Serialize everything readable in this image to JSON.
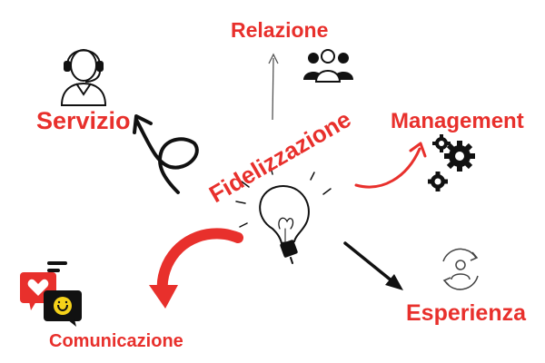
{
  "center": {
    "label": "Fidelizzazione"
  },
  "nodes": {
    "relazione": "Relazione",
    "servizio": "Servizio",
    "management": "Management",
    "esperienza": "Esperienza",
    "comunicazione": "Comunicazione"
  },
  "colors": {
    "accent": "#e8302c",
    "ink": "#111111",
    "thin_line": "#555555"
  },
  "icons": {
    "relazione": "group-people-icon",
    "servizio": "headset-agent-icon",
    "management": "gears-icon",
    "esperienza": "user-cycle-icon",
    "comunicazione": "chat-bubbles-icon",
    "center": "lightbulb-icon"
  }
}
